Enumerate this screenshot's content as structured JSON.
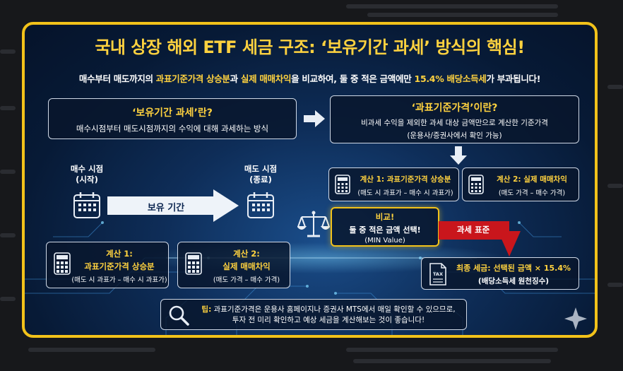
{
  "title": "국내 상장 해외 ETF 세금 구조: ‘보유기간 과세’ 방식의 핵심!",
  "subtitle": {
    "part1": "매수부터 매도까지의 ",
    "highlight1": "과표기준가격 상승분",
    "part2": "과 ",
    "highlight2": "실제 매매차익",
    "part3": "을 비교하여, 둘 중 적은 금액에만 ",
    "highlight3": "15.4% 배당소득세",
    "part4": "가 부과됩니다!"
  },
  "holding_tax": {
    "heading": "‘보유기간 과세’란?",
    "desc": "매수시점부터 매도시점까지의 수익에 대해 과세하는 방식"
  },
  "tax_base_price": {
    "heading": "‘과표기준가격’이란?",
    "desc_line1": "비과세 수익을 제외한 과세 대상 금액만으로 계산한 기준가격",
    "desc_line2": "(운용사/증권사에서 확인 가능)"
  },
  "timeline": {
    "buy_line1": "매수 시점",
    "buy_line2": "(시작)",
    "sell_line1": "매도 시점",
    "sell_line2": "(종료)",
    "period_label": "보유 기간"
  },
  "calc1": {
    "heading": "계산 1: 과표기준가격 상승분",
    "heading_line1": "계산 1:",
    "heading_line2": "과표기준가격 상승분",
    "formula": "(매도 시 과표가 – 매수 시 과표가)"
  },
  "calc2": {
    "heading": "계산 2: 실제 매매차익",
    "heading_line1": "계산 2:",
    "heading_line2": "실제 매매차익",
    "formula": "(매도 가격 – 매수 가격)"
  },
  "compare": {
    "line1": "비교!",
    "line2": "둘 중 적은 금액 선택!",
    "line3": "(MIN Value)"
  },
  "tax_standard_label": "과세 표준",
  "final_tax": {
    "heading": "최종 세금: 선택된 금액 × 15.4%",
    "sub": "(배당소득세 원천징수)",
    "tag": "TAX"
  },
  "tip": {
    "label": "팁:",
    "line1": "과표기준가격은 운용사 홈페이지나 증권사 MTS에서 매일 확인할 수 있으므로,",
    "line2": "투자 전 미리 확인하고 예상 세금을 계산해보는 것이 좋습니다!"
  },
  "colors": {
    "frame": "#f2c21a",
    "accent_yellow": "#ffd23f",
    "arrow_red": "#c9161c",
    "background_navy": "#0b2550"
  }
}
